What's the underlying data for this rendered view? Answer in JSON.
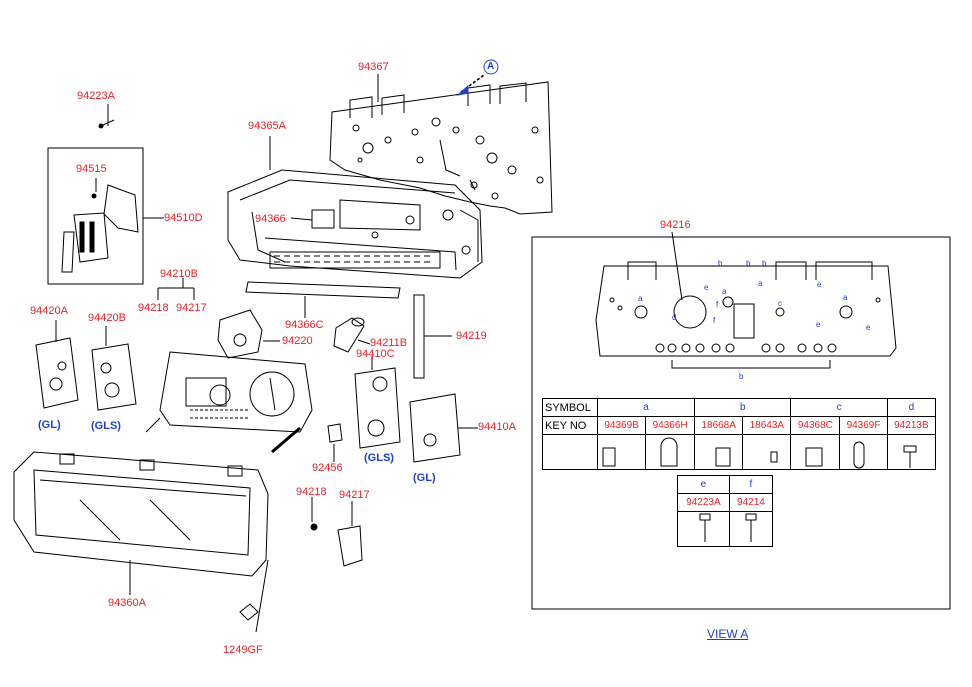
{
  "labels": {
    "p94367": "94367",
    "p94223A": "94223A",
    "p94365A": "94365A",
    "p94515": "94515",
    "p94510D": "94510D",
    "p94366": "94366",
    "p94216": "94216",
    "p94210B": "94210B",
    "p94218a": "94218",
    "p94217a": "94217",
    "p94420A": "94420A",
    "p94420B": "94420B",
    "p94366C": "94366C",
    "p94220": "94220",
    "p94211B": "94211B",
    "p94219": "94219",
    "p94410C": "94410C",
    "p94410A": "94410A",
    "p92456": "92456",
    "p94218b": "94218",
    "p94217b": "94217",
    "p94360A": "94360A",
    "p1249GF": "1249GF"
  },
  "variants": {
    "gl1": "(GL)",
    "gls1": "(GLS)",
    "gls2": "(GLS)",
    "gl2": "(GL)"
  },
  "view_marker": "A",
  "view_title": "VIEW A",
  "view_letters": {
    "a": "a",
    "b": "b",
    "c": "c",
    "d": "d",
    "e": "e",
    "f": "f"
  },
  "symbol_table": {
    "symbol_header": "SYMBOL",
    "key_header": "KEY NO",
    "symbols": [
      "a",
      "b",
      "c",
      "d"
    ],
    "keys": [
      "94369B",
      "94366H",
      "18668A",
      "18643A",
      "94368C",
      "94369F",
      "94213B"
    ],
    "extra_symbols": [
      "e",
      "f"
    ],
    "extra_keys": [
      "94223A",
      "94214"
    ]
  },
  "colors": {
    "part_label": "#e8232a",
    "annotation": "#1e3fcf",
    "line": "#000000"
  }
}
